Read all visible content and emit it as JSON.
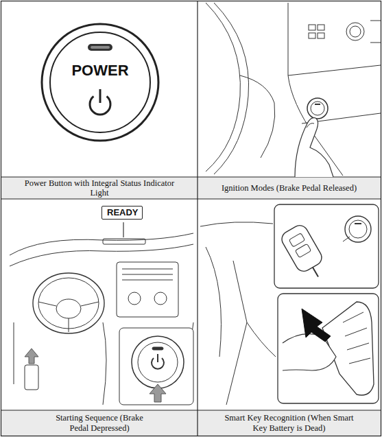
{
  "diagram": {
    "nodes": [
      {
        "text": [
          "POWER"
        ]
      },
      {
        "text": [
          "READY"
        ]
      }
    ],
    "labels": [
      "Power Button with Integral Status Indicator Light",
      "Ignition Modes (Brake Pedal Released)",
      "Starting Sequence (Brake Pedal Depressed)",
      "Smart Key Recognition (When Smart Key Battery is Dead)"
    ]
  }
}
